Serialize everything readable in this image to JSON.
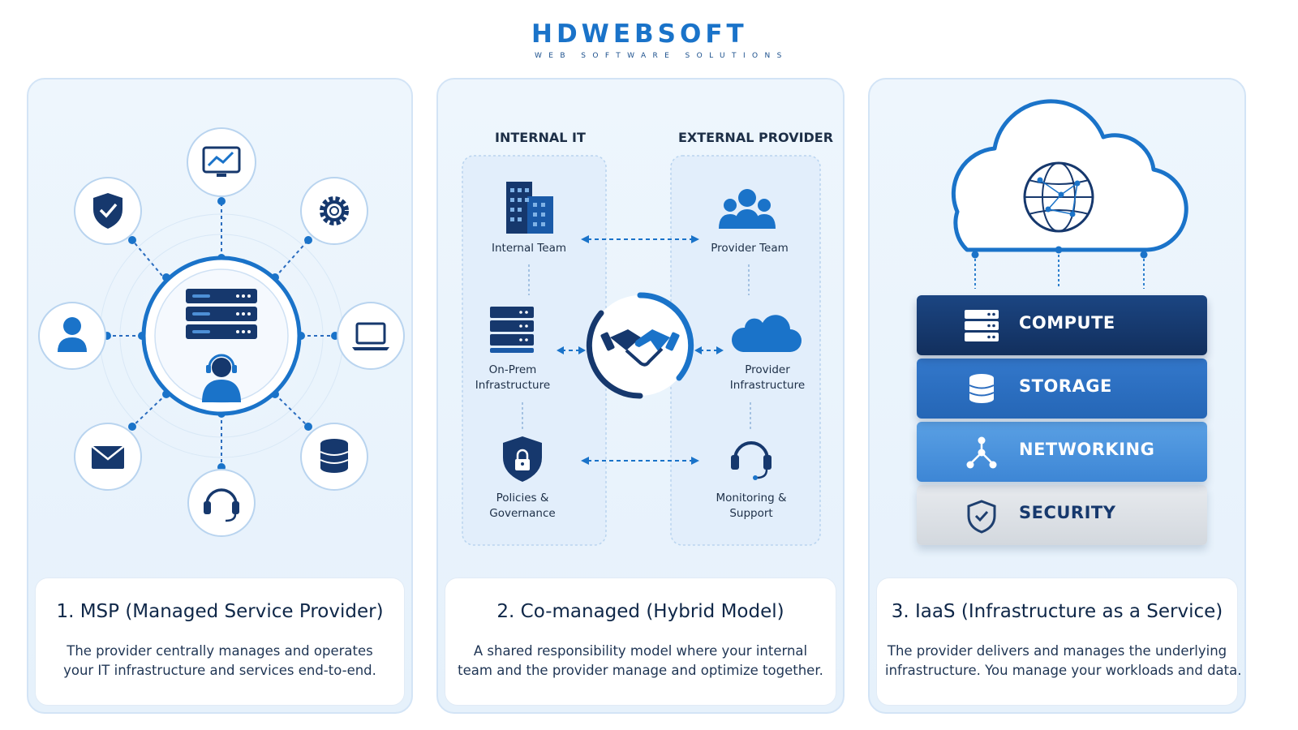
{
  "logo": {
    "name": "HDWEBSOFT",
    "tagline": "WEB SOFTWARE SOLUTIONS"
  },
  "colors": {
    "primary": "#1a73c9",
    "navy": "#16386d",
    "panel_bg": "#eaf4fc",
    "panel_border": "#d3e4f6",
    "text_dark": "#0f2748"
  },
  "msp": {
    "title": "1. MSP (Managed Service Provider)",
    "description": [
      "The provider centrally manages and operates",
      "your IT infrastructure and services end-to-end."
    ],
    "icons": [
      "monitor-chart-icon",
      "gear-icon",
      "laptop-icon",
      "database-icon",
      "headset-icon",
      "mail-icon",
      "user-icon",
      "shield-check-icon",
      "server-icon",
      "support-agent-icon"
    ]
  },
  "comanaged": {
    "title": "2. Co-managed (Hybrid Model)",
    "description": [
      "A shared responsibility model where your internal",
      "team and the provider manage and optimize together."
    ],
    "internal_header": "INTERNAL IT",
    "external_header": "EXTERNAL PROVIDER",
    "internal_items": [
      "Internal Team",
      "On-Prem\nInfrastructure",
      "Policies &\nGovernance"
    ],
    "external_items": [
      "Provider Team",
      "Provider\nInfrastructure",
      "Monitoring &\nSupport"
    ],
    "center_icon": "handshake-icon"
  },
  "iaas": {
    "title": "3. IaaS (Infrastructure as a Service)",
    "description": [
      "The provider delivers and manages the underlying",
      "infrastructure. You manage your workloads and data."
    ],
    "layers": [
      {
        "label": "COMPUTE",
        "icon": "server-icon",
        "color": "#16386d"
      },
      {
        "label": "STORAGE",
        "icon": "database-icon",
        "color": "#2a6cbf"
      },
      {
        "label": "NETWORKING",
        "icon": "network-icon",
        "color": "#3f8ad8"
      },
      {
        "label": "SECURITY",
        "icon": "shield-check-icon",
        "color": "#d8dde3"
      }
    ]
  }
}
